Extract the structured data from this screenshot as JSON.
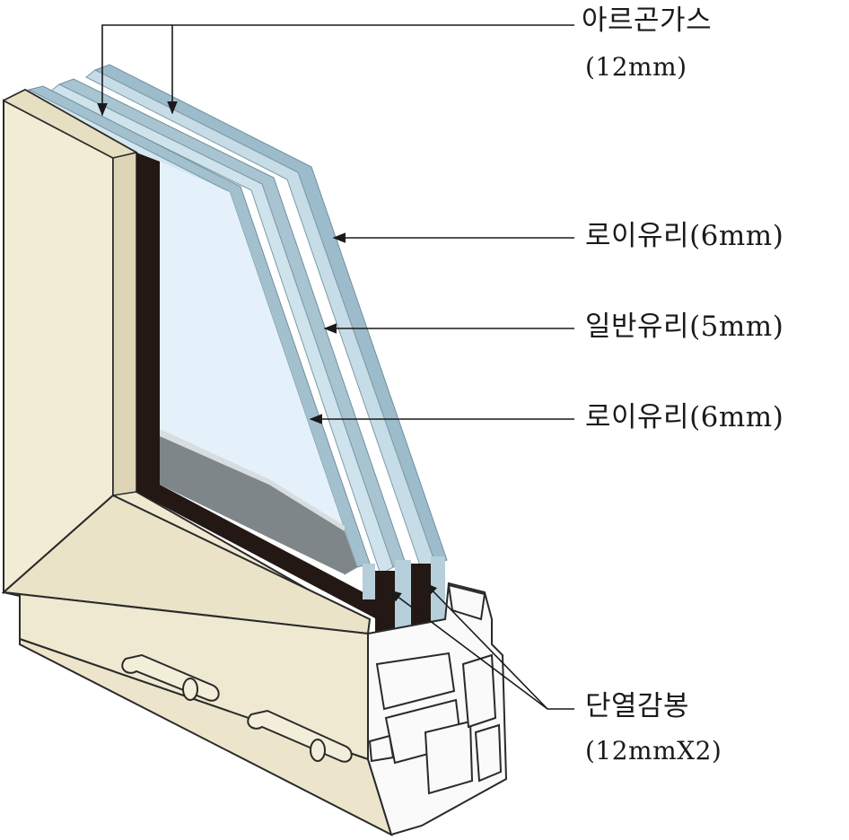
{
  "labels": {
    "argon_gas": {
      "name": "아르곤가스",
      "spec": "(12mm)"
    },
    "low_e_glass_outer": "로이유리(6mm)",
    "clear_glass_middle": "일반유리(5mm)",
    "low_e_glass_inner": "로이유리(6mm)",
    "spacer": {
      "name": "단열감봉",
      "spec": "(12mmX2)"
    }
  },
  "colors": {
    "frame_face": "#efe9d2",
    "frame_edge": "#d9d2b3",
    "frame_outline": "#2a2a2a",
    "glass_face": "#e4f1fb",
    "glass_edge_light": "#bcd4de",
    "glass_edge_dark": "#8fb0c0",
    "spacer_dark": "#231814",
    "sill_gray": "#7e868a",
    "profile_white": "#fafafa",
    "leader_line": "#1a1a1a"
  }
}
